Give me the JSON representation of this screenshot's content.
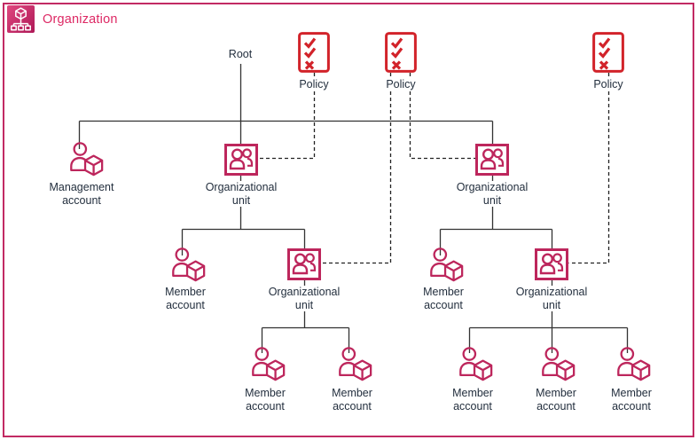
{
  "header": {
    "title": "Organization"
  },
  "colors": {
    "brand_pink": "#dd2864",
    "frame_border": "#c22a63",
    "node_crimson": "#bd265c",
    "policy_red": "#d2232a",
    "text_dark": "#232f3e",
    "line_dark": "#333333"
  },
  "icons": {
    "header": "organizations-service-icon",
    "policy": "policy-checklist-icon",
    "organizational_unit": "organizational-unit-icon",
    "account": "user-account-icon"
  },
  "nodes": {
    "root": {
      "label": "Root"
    },
    "policies": [
      {
        "label": "Policy"
      },
      {
        "label": "Policy"
      },
      {
        "label": "Policy"
      }
    ],
    "management_account": {
      "line1": "Management",
      "line2": "account"
    },
    "organizational_units": [
      {
        "line1": "Organizational",
        "line2": "unit"
      },
      {
        "line1": "Organizational",
        "line2": "unit"
      },
      {
        "line1": "Organizational",
        "line2": "unit"
      },
      {
        "line1": "Organizational",
        "line2": "unit"
      }
    ],
    "member_accounts": [
      {
        "line1": "Member",
        "line2": "account"
      },
      {
        "line1": "Member",
        "line2": "account"
      },
      {
        "line1": "Member",
        "line2": "account"
      },
      {
        "line1": "Member",
        "line2": "account"
      },
      {
        "line1": "Member",
        "line2": "account"
      },
      {
        "line1": "Member",
        "line2": "account"
      },
      {
        "line1": "Member",
        "line2": "account"
      }
    ]
  }
}
